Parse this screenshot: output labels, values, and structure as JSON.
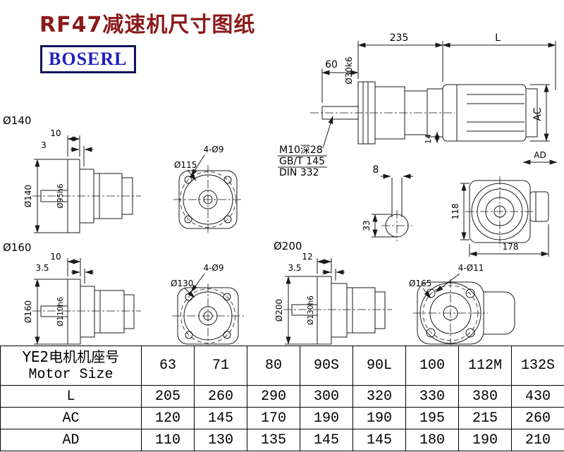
{
  "page": {
    "title": "RF47减速机尺寸图纸",
    "logo": "BOSERL"
  },
  "main_view": {
    "dim_235": "235",
    "dim_l": "L",
    "dim_60": "60",
    "shaft_dia": "Ø30k6",
    "dim_ac": "AC",
    "dim_14": "14",
    "dim_ad": "AD",
    "notes": {
      "tap": "M10深28",
      "std1": "GB/T 145",
      "std2": "DIN 332"
    }
  },
  "key_section": {
    "key_width": "8",
    "key_height": "33"
  },
  "rear_view": {
    "dim_118": "118",
    "dim_178": "178"
  },
  "flange_140": {
    "name": "Ø140",
    "thickness": "10",
    "gap": "3",
    "outer_dia": "Ø140",
    "pilot_dia": "Ø95h6"
  },
  "face_115": {
    "holes": "4-Ø9",
    "bolt_circle": "Ø115"
  },
  "flange_160": {
    "name": "Ø160",
    "thickness": "10",
    "gap": "3.5",
    "outer_dia": "Ø160",
    "pilot_dia": "Ø110h6"
  },
  "face_130": {
    "holes": "4-Ø9",
    "bolt_circle": "Ø130"
  },
  "flange_200": {
    "name": "Ø200",
    "thickness": "12",
    "gap": "3.5",
    "outer_dia": "Ø200",
    "pilot_dia": "Ø130h6"
  },
  "face_165": {
    "holes": "4-Ø11",
    "bolt_circle": "Ø165"
  },
  "table": {
    "header": {
      "label_cn": "YE2电机机座号",
      "label_en": "Motor Size",
      "sizes": [
        "63",
        "71",
        "80",
        "90S",
        "90L",
        "100",
        "112M",
        "132S"
      ]
    },
    "rows": [
      {
        "label": "L",
        "values": [
          "205",
          "260",
          "290",
          "300",
          "320",
          "330",
          "380",
          "430"
        ]
      },
      {
        "label": "AC",
        "values": [
          "120",
          "145",
          "170",
          "190",
          "190",
          "195",
          "215",
          "260"
        ]
      },
      {
        "label": "AD",
        "values": [
          "110",
          "130",
          "135",
          "145",
          "145",
          "180",
          "190",
          "210"
        ]
      }
    ]
  }
}
